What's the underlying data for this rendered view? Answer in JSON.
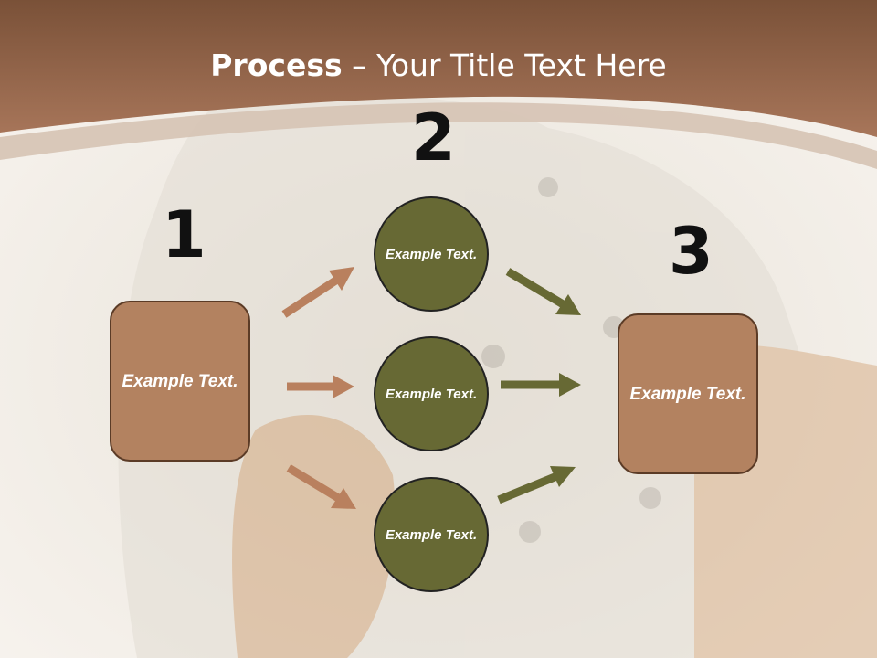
{
  "slide": {
    "title_bold": "Process",
    "title_rest": " – Your Title Text Here"
  },
  "steps": {
    "n1": "1",
    "n2": "2",
    "n3": "3"
  },
  "nodes": {
    "left_box": "Example Text.",
    "circle_top": "Example Text.",
    "circle_mid": "Example Text.",
    "circle_bottom": "Example Text.",
    "right_box": "Example Text."
  },
  "colors": {
    "header_brown": "#a1704d",
    "box_fill": "#b38260",
    "circle_fill": "#676934",
    "arrow_left": "#b9805e",
    "arrow_right": "#676934"
  }
}
